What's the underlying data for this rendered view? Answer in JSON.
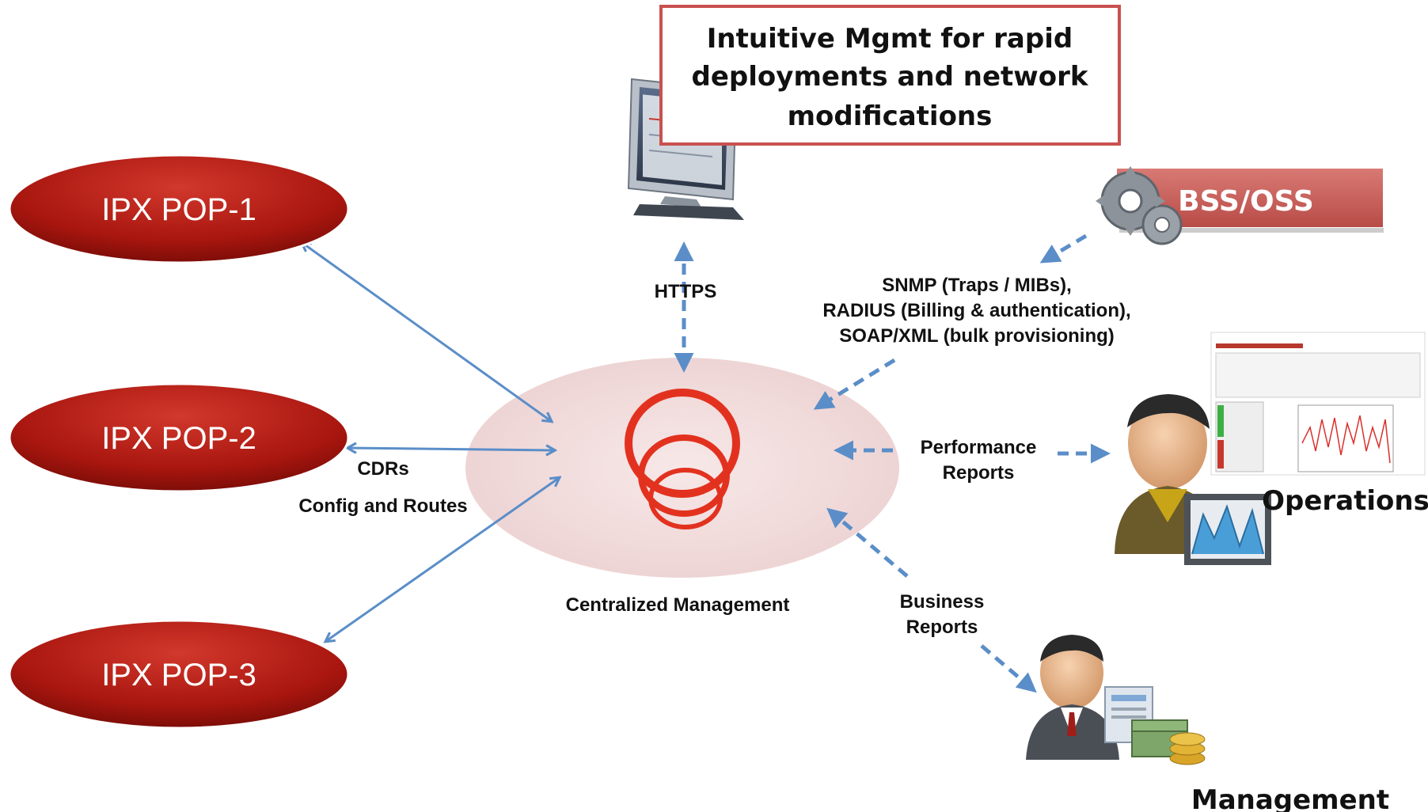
{
  "pops": [
    {
      "label": "IPX POP-1"
    },
    {
      "label": "IPX POP-2"
    },
    {
      "label": "IPX POP-3"
    }
  ],
  "center": {
    "label": "Centralized Management"
  },
  "mgmt_box": {
    "lines": [
      "Intuitive Mgmt for rapid",
      "deployments and network",
      "modifications"
    ]
  },
  "bss": {
    "label": "BSS/OSS"
  },
  "links": {
    "cdrs": "CDRs",
    "config": "Config and Routes",
    "https": "HTTPS",
    "protocols": [
      "SNMP (Traps / MIBs),",
      "RADIUS (Billing & authentication),",
      "SOAP/XML (bulk provisioning)"
    ],
    "performance": [
      "Performance",
      "Reports"
    ],
    "business": [
      "Business",
      "Reports"
    ]
  },
  "roles": {
    "operations": "Operations",
    "management": "Management"
  },
  "colors": {
    "pop_fill": "#b01f17",
    "arrow": "#5b8ec8",
    "hub_fill": "#f2dcdc",
    "logo_red": "#e2321f",
    "box_border": "#c9514f",
    "bss_fill": "#c9605c"
  }
}
